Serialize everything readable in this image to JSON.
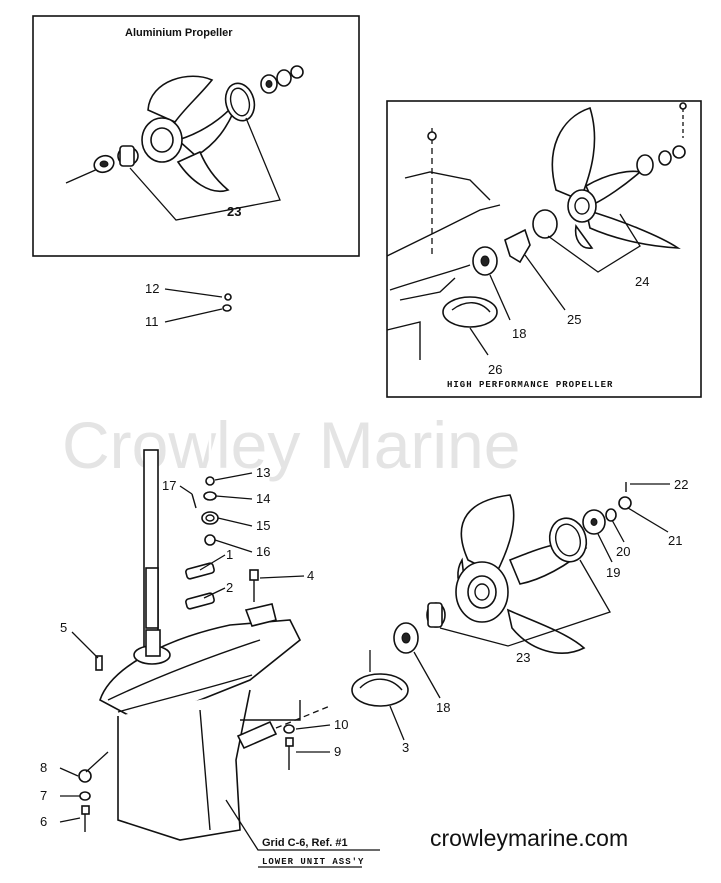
{
  "watermark": "Crowley Marine",
  "website": "crowleymarine.com",
  "inset_aluminium": {
    "title": "Aluminium Propeller",
    "label": "23"
  },
  "inset_high_performance": {
    "title": "HIGH PERFORMANCE PROPELLER",
    "labels": [
      "24",
      "25",
      "18",
      "26"
    ]
  },
  "reference": {
    "grid": "Grid C-6, Ref. #1",
    "assembly": "LOWER UNIT ASS'Y"
  },
  "callouts": [
    "12",
    "11",
    "13",
    "14",
    "15",
    "16",
    "17",
    "1",
    "2",
    "4",
    "5",
    "22",
    "21",
    "20",
    "19",
    "23",
    "18",
    "10",
    "9",
    "3",
    "8",
    "7",
    "6"
  ]
}
